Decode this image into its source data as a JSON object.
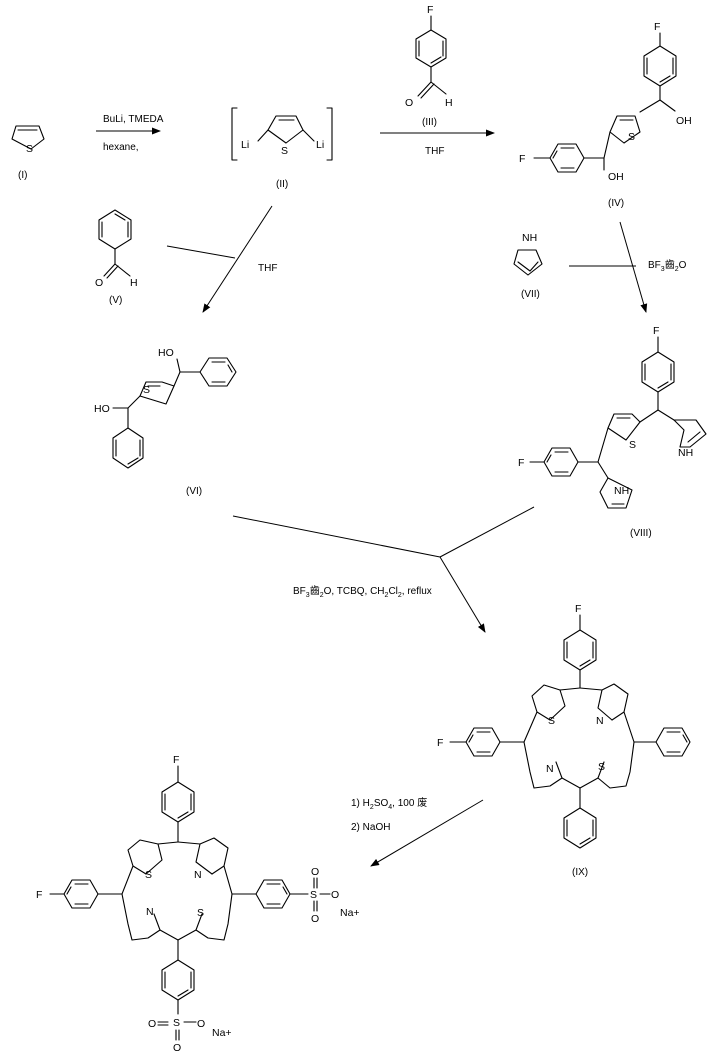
{
  "compounds": {
    "I": {
      "label": "(I)"
    },
    "II": {
      "label": "(II)"
    },
    "III": {
      "label": "(III)"
    },
    "IV": {
      "label": "(IV)"
    },
    "V": {
      "label": "(V)"
    },
    "VI": {
      "label": "(VI)"
    },
    "VII": {
      "label": "(VII)"
    },
    "VIII": {
      "label": "(VIII)"
    },
    "IX": {
      "label": "(IX)"
    }
  },
  "atoms": {
    "S": "S",
    "Li": "Li",
    "F": "F",
    "O": "O",
    "H": "H",
    "OH": "OH",
    "HO": "HO",
    "NH": "NH",
    "N": "N",
    "Na": "Na+"
  },
  "conditions": {
    "step1_reagent": "BuLi, TMEDA",
    "step1_solvent": "hexane,",
    "step2_solvent": "THF",
    "step3_solvent": "THF",
    "step4_reagent_a": "BF",
    "step4_reagent_b": "3",
    "step4_reagent_c": "齒",
    "step4_reagent_d": "2",
    "step4_reagent_e": "O",
    "step5_text_1": "BF",
    "step5_sub_1": "3",
    "step5_text_2": "齒",
    "step5_sub_2": "2",
    "step5_text_3": "O, TCBQ, CH",
    "step5_sub_3": "2",
    "step5_text_4": "Cl",
    "step5_sub_4": "2",
    "step5_text_5": ", reflux",
    "step6_line1_a": "1) H",
    "step6_line1_sub1": "2",
    "step6_line1_b": "SO",
    "step6_line1_sub2": "4",
    "step6_line1_c": ", 100 废",
    "step6_line2": "2) NaOH"
  }
}
